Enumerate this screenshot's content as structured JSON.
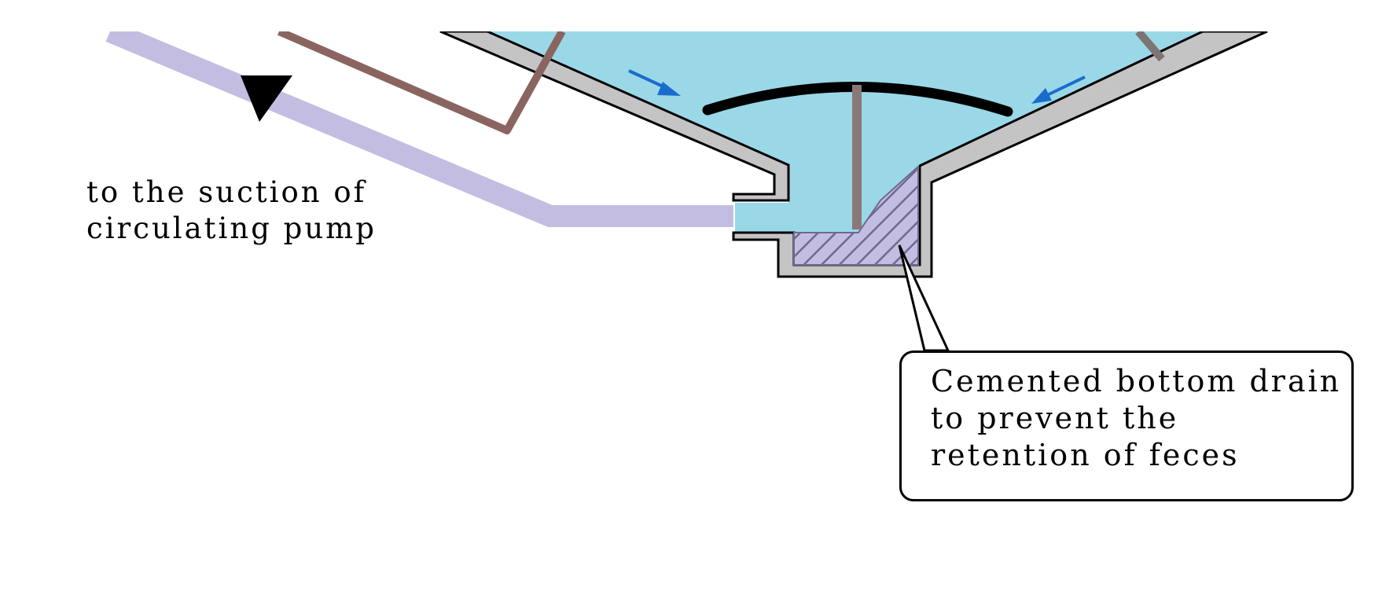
{
  "diagram": {
    "title": "Cemented tank bottom drain cross-section",
    "labels": {
      "suction_line1": "to the suction of",
      "suction_line2": "circulating pump",
      "callout_line1": "Cemented bottom drain",
      "callout_line2": "to prevent the",
      "callout_line3": "retention of feces"
    },
    "components": [
      {
        "id": "tank-water",
        "description": "Tank water",
        "color": "#9ad8e8"
      },
      {
        "id": "tank-wall",
        "description": "Concrete tank wall",
        "color": "#c4c4c4"
      },
      {
        "id": "suction-pipe",
        "description": "Pipe to circulating pump suction",
        "color": "#c4bde2"
      },
      {
        "id": "air-line",
        "description": "Brown pipe line",
        "color": "#8a6560"
      },
      {
        "id": "drain-cover",
        "description": "Curved drain cover plate",
        "color": "#000000"
      },
      {
        "id": "cover-stem",
        "description": "Cover support stem",
        "color": "#8a7878"
      },
      {
        "id": "cement-fill",
        "description": "Cemented bottom drain fill (hatched)",
        "color": "#c4bde2"
      },
      {
        "id": "flow-arrows",
        "description": "Water flow direction arrows",
        "color": "#1a6ccc"
      },
      {
        "id": "flow-triangle",
        "description": "Downward flow direction marker",
        "color": "#000000"
      }
    ]
  }
}
